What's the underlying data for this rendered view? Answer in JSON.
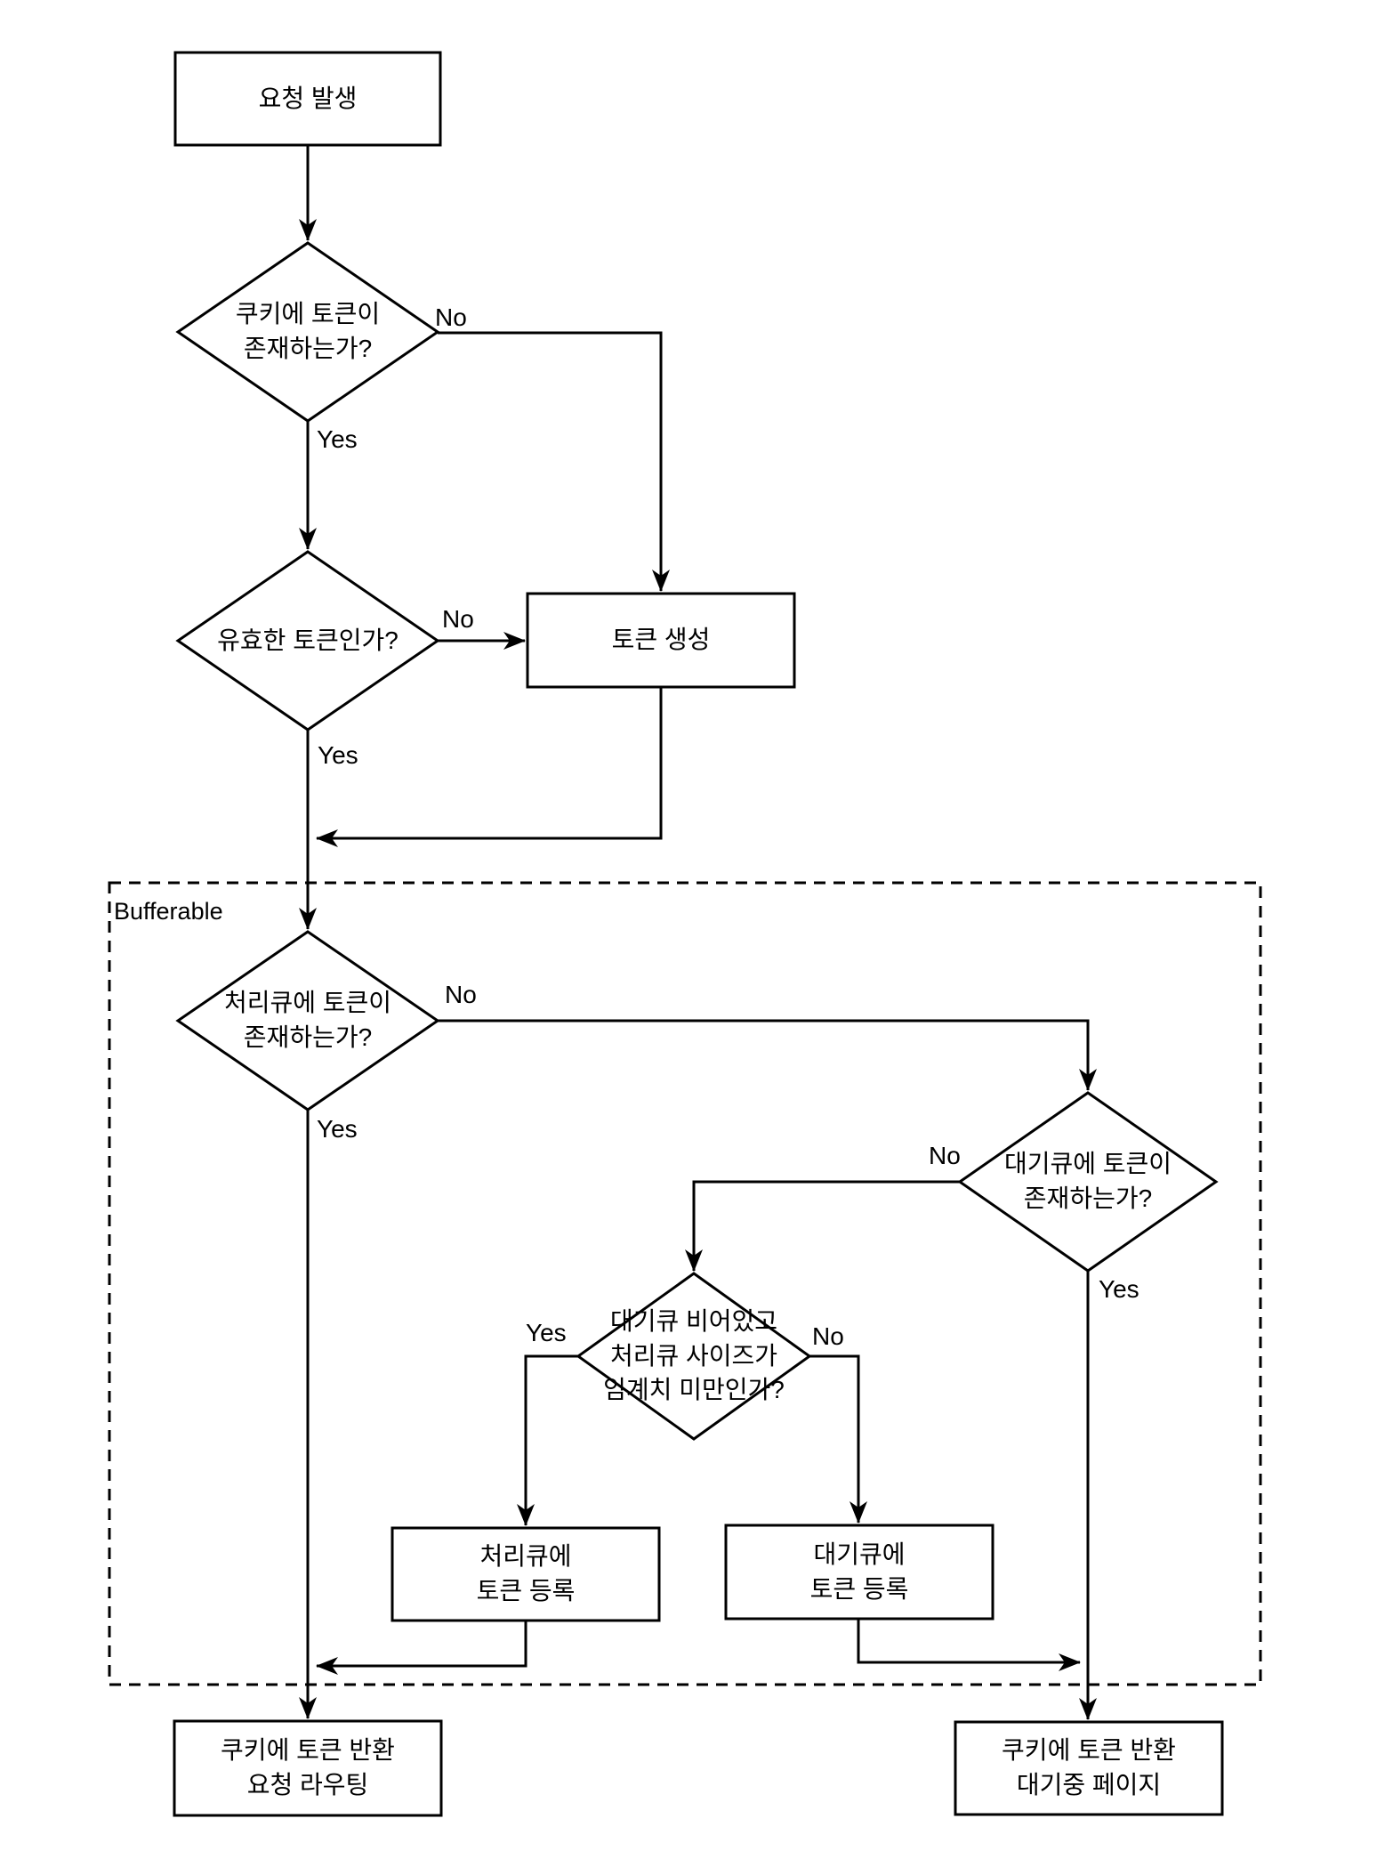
{
  "region": {
    "label": "Bufferable"
  },
  "nodes": {
    "start": {
      "label": "요청 발생"
    },
    "cookie_token": {
      "label": "쿠키에 토큰이\n존재하는가?"
    },
    "valid_token": {
      "label": "유효한 토큰인가?"
    },
    "create_token": {
      "label": "토큰 생성"
    },
    "processing_queue": {
      "label": "처리큐에 토큰이\n존재하는가?"
    },
    "waiting_queue": {
      "label": "대기큐에 토큰이\n존재하는가?"
    },
    "buffer_condition": {
      "label": "대기큐 비어있고\n처리큐 사이즈가\n임계치 미만인가?"
    },
    "register_processing": {
      "label": "처리큐에\n토큰 등록"
    },
    "register_waiting": {
      "label": "대기큐에\n토큰 등록"
    },
    "route_request": {
      "label": "쿠키에 토큰 반환\n요청 라우팅"
    },
    "waiting_page": {
      "label": "쿠키에 토큰 반환\n대기중 페이지"
    }
  },
  "edge_labels": {
    "cookie_token_no": "No",
    "cookie_token_yes": "Yes",
    "valid_token_no": "No",
    "valid_token_yes": "Yes",
    "processing_queue_no": "No",
    "processing_queue_yes": "Yes",
    "waiting_queue_no": "No",
    "waiting_queue_yes": "Yes",
    "buffer_condition_yes": "Yes",
    "buffer_condition_no": "No"
  },
  "colors": {
    "stroke": "#000000",
    "background": "#ffffff"
  }
}
